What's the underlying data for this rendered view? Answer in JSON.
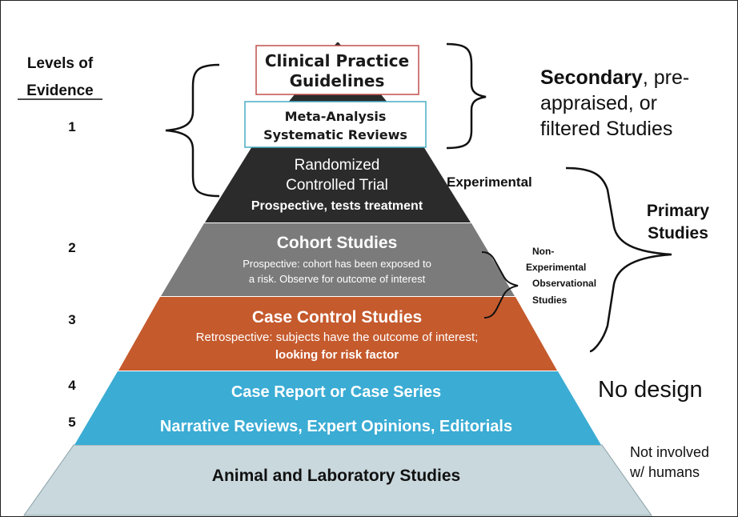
{
  "left_column": {
    "title_line1": "Levels of",
    "title_line2": "Evidence",
    "levels": [
      "1",
      "2",
      "3",
      "4",
      "5"
    ]
  },
  "top_boxes": {
    "guidelines": {
      "line1": "Clinical Practice",
      "line2": "Guidelines",
      "border_color": "#c0504d"
    },
    "meta": {
      "line1": "Meta-Analysis",
      "line2": "Systematic Reviews",
      "border_color": "#4bacc6"
    }
  },
  "tiers": {
    "rct": {
      "line1": "Randomized",
      "line2": "Controlled Trial",
      "line3": "Prospective, tests treatment",
      "color": "#2b2b2b"
    },
    "cohort": {
      "title": "Cohort Studies",
      "desc1": "Prospective: cohort has been exposed to",
      "desc2": "a risk. Observe for outcome of interest",
      "color": "#7b7b7b"
    },
    "case_control": {
      "title": "Case Control Studies",
      "desc1": "Retrospective: subjects have the outcome of interest;",
      "desc2": "looking for risk factor",
      "color": "#c55a2d"
    },
    "case_report": {
      "line1": "Case Report or Case Series",
      "line2": "Narrative Reviews, Expert Opinions, Editorials",
      "color": "#3bacd4"
    },
    "animal": {
      "label": "Animal and Laboratory Studies",
      "color": "#c9d8dd"
    }
  },
  "annotations": {
    "secondary_bold": "Secondary",
    "secondary_rest1": ", pre-",
    "secondary_line2": "appraised, or",
    "secondary_line3": "filtered Studies",
    "experimental": "Experimental",
    "primary_line1": "Primary",
    "primary_line2": "Studies",
    "nonexp_line1": "Non-",
    "nonexp_line2": "Experimental",
    "nonexp_line3": "Observational",
    "nonexp_line4": "Studies",
    "no_design": "No design",
    "not_involved_line1": "Not involved",
    "not_involved_line2": "w/ humans"
  }
}
